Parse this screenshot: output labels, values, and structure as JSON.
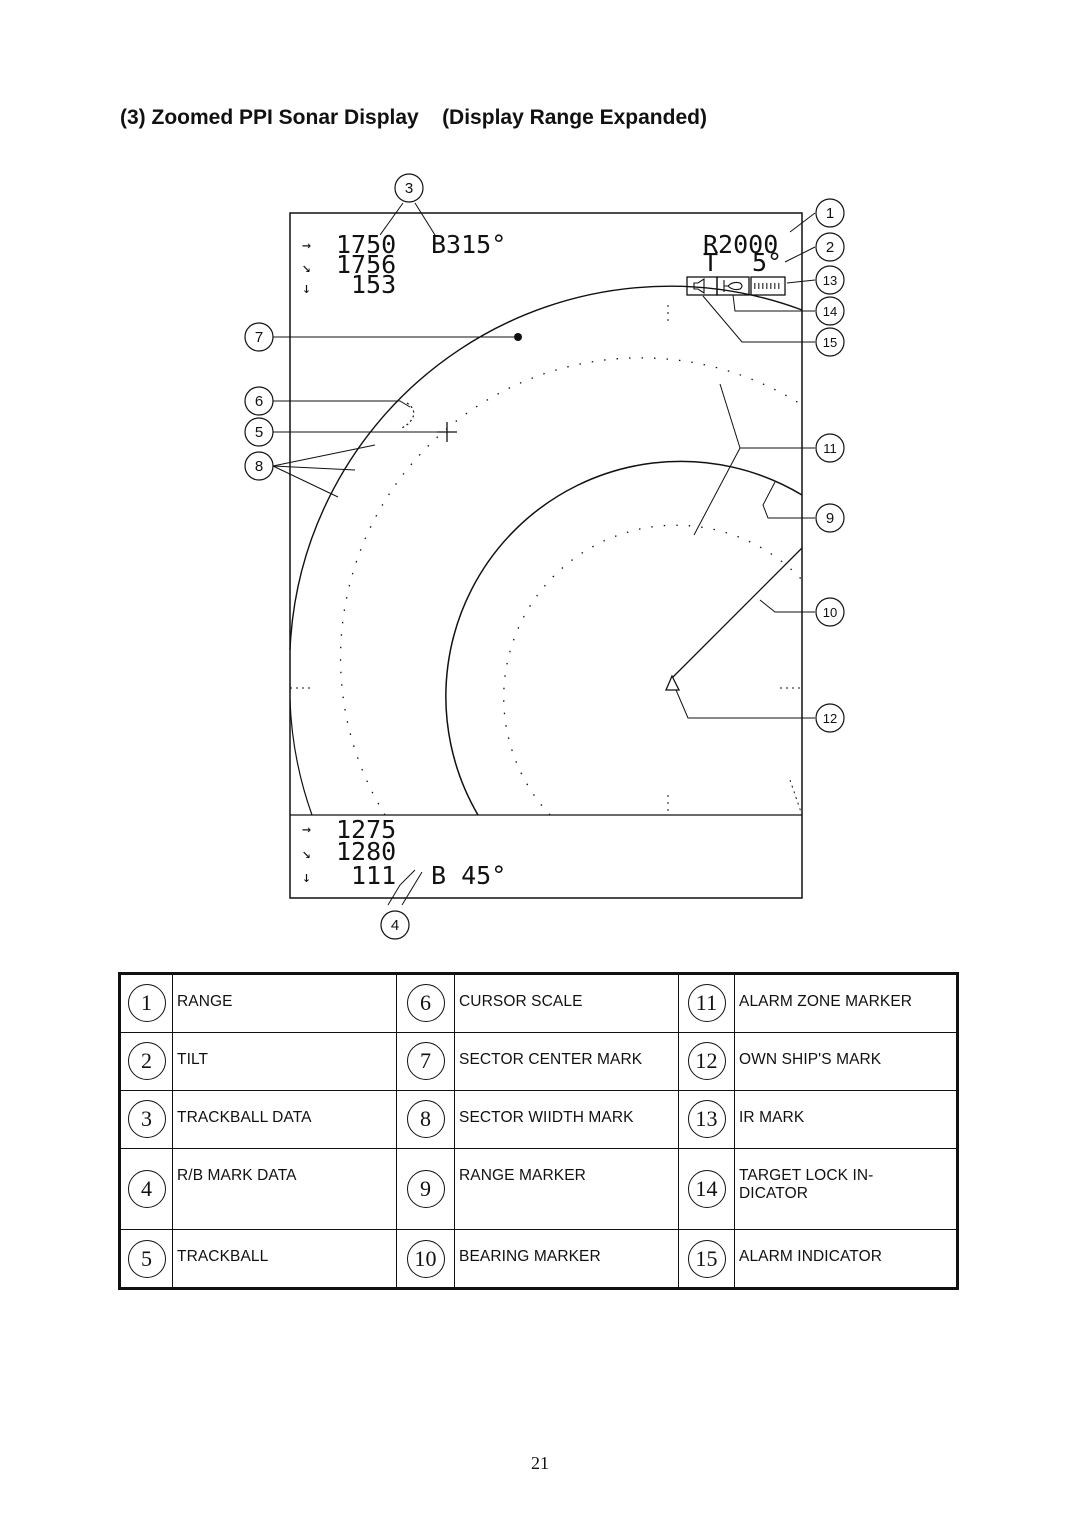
{
  "heading": "(3) Zoomed PPI Sonar Display    (Display Range Expanded)",
  "display": {
    "trackball_data": {
      "range_symbol": "→",
      "range": "1750",
      "slant_symbol": "↘",
      "slant": "1756",
      "depth_symbol": "↓",
      "depth": "153",
      "bearing": "B315°"
    },
    "range_readout": "R2000",
    "tilt_label": "T",
    "tilt_value": "5°",
    "rb_mark_data": {
      "range_symbol": "→",
      "range": "1275",
      "slant_symbol": "↘",
      "slant": "1280",
      "depth_symbol": "↓",
      "depth": "111",
      "bearing": "B 45°"
    }
  },
  "callouts": [
    "1",
    "2",
    "3",
    "4",
    "5",
    "6",
    "7",
    "8",
    "9",
    "10",
    "11",
    "12",
    "13",
    "14",
    "15"
  ],
  "legend": [
    [
      {
        "num": "1",
        "label": "RANGE"
      },
      {
        "num": "6",
        "label": "CURSOR SCALE"
      },
      {
        "num": "11",
        "label": "ALARM ZONE MARKER"
      }
    ],
    [
      {
        "num": "2",
        "label": "TILT"
      },
      {
        "num": "7",
        "label": "SECTOR CENTER MARK"
      },
      {
        "num": "12",
        "label": "OWN SHIP'S MARK"
      }
    ],
    [
      {
        "num": "3",
        "label": "TRACKBALL DATA"
      },
      {
        "num": "8",
        "label": "SECTOR WIIDTH MARK"
      },
      {
        "num": "13",
        "label": "IR MARK"
      }
    ],
    [
      {
        "num": "4",
        "label": "R/B MARK DATA"
      },
      {
        "num": "9",
        "label": "RANGE MARKER"
      },
      {
        "num": "14",
        "label": "TARGET LOCK IN-\nDICATOR"
      }
    ],
    [
      {
        "num": "5",
        "label": "TRACKBALL"
      },
      {
        "num": "10",
        "label": "BEARING MARKER"
      },
      {
        "num": "15",
        "label": "ALARM INDICATOR"
      }
    ]
  ],
  "page_number": "21"
}
